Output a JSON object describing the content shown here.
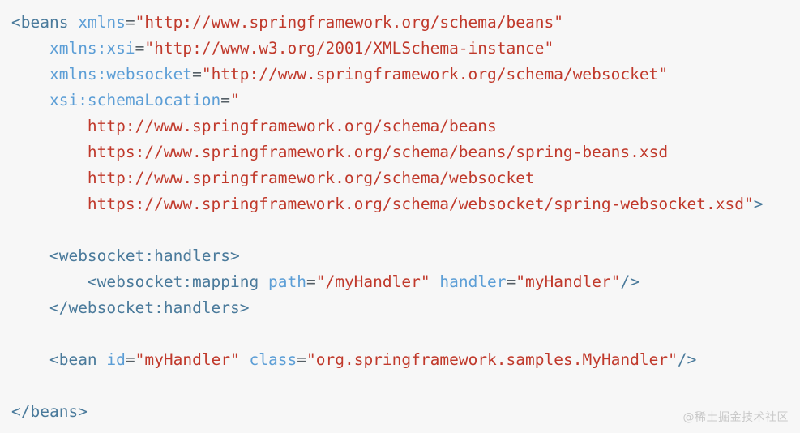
{
  "document": {
    "type": "xml-code-snippet",
    "language": "xml",
    "background_color": "#f7f7f7",
    "theme": {
      "tag_color": "#4a7a9b",
      "attribute_color": "#5c9ed6",
      "string_color": "#c0392b",
      "punctuation_color": "#555f66"
    }
  },
  "code": {
    "lines": [
      {
        "id": "line-1",
        "indent": "",
        "tokens": [
          {
            "t": "tag",
            "v": "<beans"
          },
          {
            "t": "plain",
            "v": " "
          },
          {
            "t": "attr",
            "v": "xmlns"
          },
          {
            "t": "punc",
            "v": "="
          },
          {
            "t": "str",
            "v": "\"http://www.springframework.org/schema/beans\""
          }
        ]
      },
      {
        "id": "line-2",
        "indent": "    ",
        "tokens": [
          {
            "t": "attr",
            "v": "xmlns:xsi"
          },
          {
            "t": "punc",
            "v": "="
          },
          {
            "t": "str",
            "v": "\"http://www.w3.org/2001/XMLSchema-instance\""
          }
        ]
      },
      {
        "id": "line-3",
        "indent": "    ",
        "tokens": [
          {
            "t": "attr",
            "v": "xmlns:websocket"
          },
          {
            "t": "punc",
            "v": "="
          },
          {
            "t": "str",
            "v": "\"http://www.springframework.org/schema/websocket\""
          }
        ]
      },
      {
        "id": "line-4",
        "indent": "    ",
        "tokens": [
          {
            "t": "attr",
            "v": "xsi:schemaLocation"
          },
          {
            "t": "punc",
            "v": "="
          },
          {
            "t": "str",
            "v": "\""
          }
        ]
      },
      {
        "id": "line-5",
        "indent": "        ",
        "tokens": [
          {
            "t": "str",
            "v": "http://www.springframework.org/schema/beans"
          }
        ]
      },
      {
        "id": "line-6",
        "indent": "        ",
        "tokens": [
          {
            "t": "str",
            "v": "https://www.springframework.org/schema/beans/spring-beans.xsd"
          }
        ]
      },
      {
        "id": "line-7",
        "indent": "        ",
        "tokens": [
          {
            "t": "str",
            "v": "http://www.springframework.org/schema/websocket"
          }
        ]
      },
      {
        "id": "line-8",
        "indent": "        ",
        "tokens": [
          {
            "t": "str",
            "v": "https://www.springframework.org/schema/websocket/spring-websocket.xsd\""
          },
          {
            "t": "tag",
            "v": ">"
          }
        ]
      },
      {
        "id": "line-9",
        "indent": "",
        "tokens": []
      },
      {
        "id": "line-10",
        "indent": "    ",
        "tokens": [
          {
            "t": "tag",
            "v": "<websocket:handlers>"
          }
        ]
      },
      {
        "id": "line-11",
        "indent": "        ",
        "tokens": [
          {
            "t": "tag",
            "v": "<websocket:mapping"
          },
          {
            "t": "plain",
            "v": " "
          },
          {
            "t": "attr",
            "v": "path"
          },
          {
            "t": "punc",
            "v": "="
          },
          {
            "t": "str",
            "v": "\"/myHandler\""
          },
          {
            "t": "plain",
            "v": " "
          },
          {
            "t": "attr",
            "v": "handler"
          },
          {
            "t": "punc",
            "v": "="
          },
          {
            "t": "str",
            "v": "\"myHandler\""
          },
          {
            "t": "tag",
            "v": "/>"
          }
        ]
      },
      {
        "id": "line-12",
        "indent": "    ",
        "tokens": [
          {
            "t": "tag",
            "v": "</websocket:handlers>"
          }
        ]
      },
      {
        "id": "line-13",
        "indent": "",
        "tokens": []
      },
      {
        "id": "line-14",
        "indent": "    ",
        "tokens": [
          {
            "t": "tag",
            "v": "<bean"
          },
          {
            "t": "plain",
            "v": " "
          },
          {
            "t": "attr",
            "v": "id"
          },
          {
            "t": "punc",
            "v": "="
          },
          {
            "t": "str",
            "v": "\"myHandler\""
          },
          {
            "t": "plain",
            "v": " "
          },
          {
            "t": "attr",
            "v": "class"
          },
          {
            "t": "punc",
            "v": "="
          },
          {
            "t": "str",
            "v": "\"org.springframework.samples.MyHandler\""
          },
          {
            "t": "tag",
            "v": "/>"
          }
        ]
      },
      {
        "id": "line-15",
        "indent": "",
        "tokens": []
      },
      {
        "id": "line-16",
        "indent": "",
        "tokens": [
          {
            "t": "tag",
            "v": "</beans>"
          }
        ]
      }
    ]
  },
  "watermark": {
    "text": "@稀土掘金技术社区"
  }
}
